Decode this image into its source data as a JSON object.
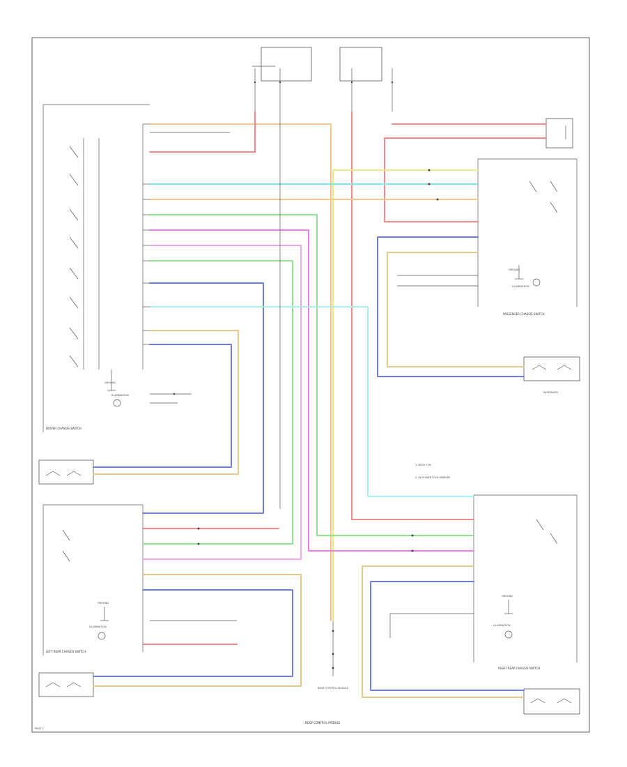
{
  "colors": {
    "yellow": "#f0e68c",
    "cyan": "#7fe5ef",
    "orange": "#f2c98a",
    "green": "#8fe38f",
    "magenta": "#ef7be8",
    "pink": "#f0a6ea",
    "blue": "#6d7fe0",
    "red": "#f28a8a",
    "tan": "#e8c78f",
    "lightcyan": "#a9eef0"
  },
  "labels": {
    "driver_switch": "DRIVER CHASSIS SWITCH",
    "passenger_switch": "PASSENGER CHASSIS SWITCH",
    "left_rear_switch": "LEFT REAR CHASSIS SWITCH",
    "right_rear_switch": "RIGHT REAR CHASSIS SWITCH",
    "illumination_1": "ILLUMINATION",
    "illumination_2": "ILLUMINATION",
    "illumination_3": "ILLUMINATION",
    "illumination_4": "ILLUMINATION",
    "passenger_motor": "PASSENGER",
    "ground_left": "GROUND",
    "ground_passenger": "GROUND",
    "ground_lr": "GROUND",
    "ground_rr": "GROUND",
    "notes_1": "1: WITH CTM",
    "notes_2": "2: W/ POWER LOCK MEMORY",
    "bottom_center": "BODY CONTROL MODULE",
    "footer": "PAGE 1"
  }
}
